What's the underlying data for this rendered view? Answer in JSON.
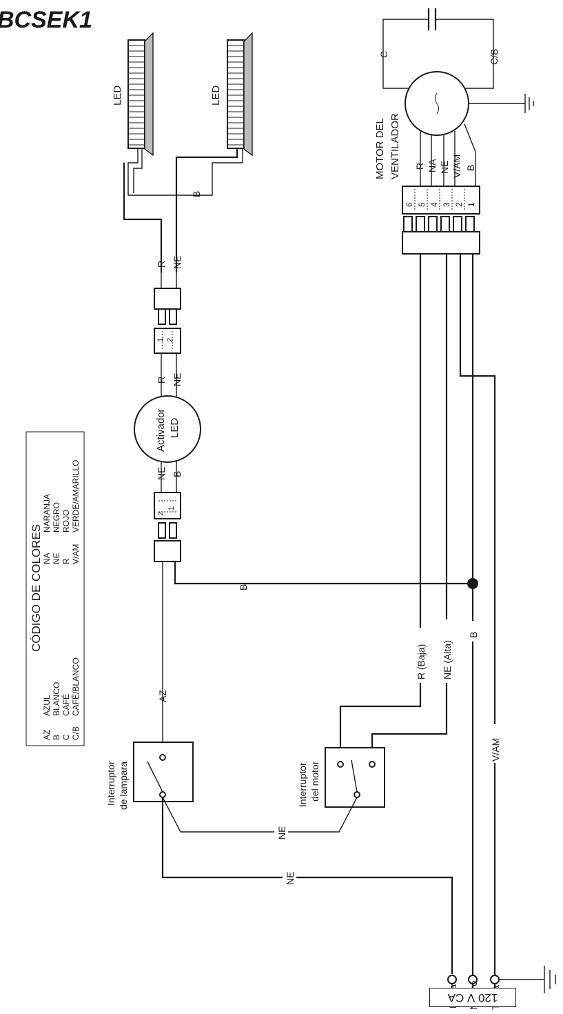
{
  "model": "BCSEK1",
  "legend": {
    "title": "CÓDIGO DE COLORES",
    "col1": [
      {
        "code": "AZ",
        "name": "AZUL"
      },
      {
        "code": "B",
        "name": "BLANCO"
      },
      {
        "code": "C",
        "name": "CAFÉ"
      },
      {
        "code": "C/B",
        "name": "CAFÉ/BLANCO"
      }
    ],
    "col2": [
      {
        "code": "NA",
        "name": "NARANJA"
      },
      {
        "code": "NE",
        "name": "NEGRO"
      },
      {
        "code": "R",
        "name": "ROJO"
      },
      {
        "code": "V/AM",
        "name": "VERDE/AMARILLO"
      }
    ]
  },
  "components": {
    "led_left": "LED",
    "led_right": "LED",
    "driver_line1": "Activador",
    "driver_line2": "LED",
    "motor_line1": "MOTOR DEL",
    "motor_line2": "VENTILADOR",
    "lamp_switch_line1": "Interruptor",
    "lamp_switch_line2": "de lampara",
    "motor_switch_line1": "Interruptor",
    "motor_switch_line2": "del motor"
  },
  "supply": {
    "line": "Línea",
    "neutral": "Neutro",
    "ground": "Tierra",
    "voltage": "120 V CA"
  },
  "wires": {
    "b": "B",
    "r": "R",
    "ne": "NE",
    "az": "AZ",
    "na": "NA",
    "c": "C",
    "cb": "C/B",
    "vam": "V/AM",
    "r_baja": "R (Baja)",
    "ne_alta": "NE (Alta)"
  },
  "pins": {
    "p1": "1",
    "p2": "2",
    "p3": "3",
    "p4": "4",
    "p5": "5",
    "p6": "6"
  }
}
